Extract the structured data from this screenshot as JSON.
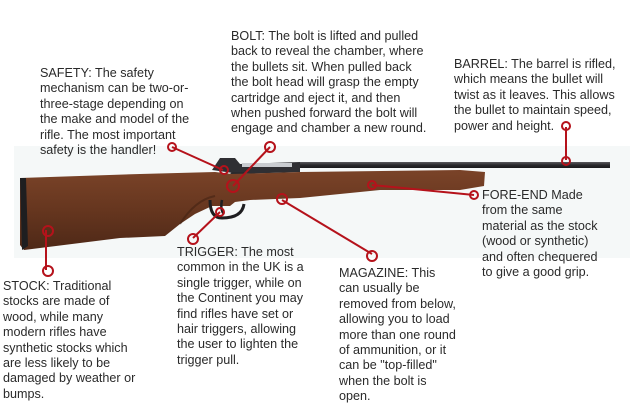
{
  "diagram": {
    "subject": "Bolt-action rifle anatomy",
    "colors": {
      "annotation": "#b5121b",
      "wood": "#6b3a22",
      "wood_dark": "#4a2416",
      "metal": "#2b2b2e",
      "text": "#2a2a2a",
      "photo_background": "#f5f8f8"
    },
    "labels": {
      "safety": "SAFETY: The safety\nmechanism can be two-or-\nthree-stage depending on\nthe make and model of the\nrifle. The most important\nsafety is the handler!",
      "bolt": "BOLT: The bolt is lifted and pulled\nback to reveal the chamber, where\nthe bullets sit. When pulled back\nthe bolt head will grasp the empty\ncartridge and eject it, and then\nwhen pushed forward the bolt will\nengage and chamber a new round.",
      "barrel": "BARREL: The barrel is rifled,\nwhich means the bullet will\ntwist as it leaves. This allows\nthe bullet to maintain speed,\npower and height.",
      "fore_end": "FORE-END Made\nfrom the same\nmaterial as the stock\n(wood or synthetic)\nand often chequered\nto give a good grip.",
      "stock": "STOCK: Traditional\nstocks are made of\nwood, while many\nmodern rifles have\nsynthetic stocks which\nare less likely to be\ndamaged by weather or\nbumps.",
      "trigger": "TRIGGER: The most\ncommon in the UK is a\nsingle trigger, while on\nthe Continent you may\nfind rifles have set or\nhair triggers, allowing\nthe user to lighten the\ntrigger pull.",
      "magazine": "MAGAZINE: This\ncan usually be\nremoved from below,\nallowing you to load\nmore than one round\nof ammunition, or it\ncan be \"top-filled\"\nwhen the bolt is\nopen."
    }
  }
}
